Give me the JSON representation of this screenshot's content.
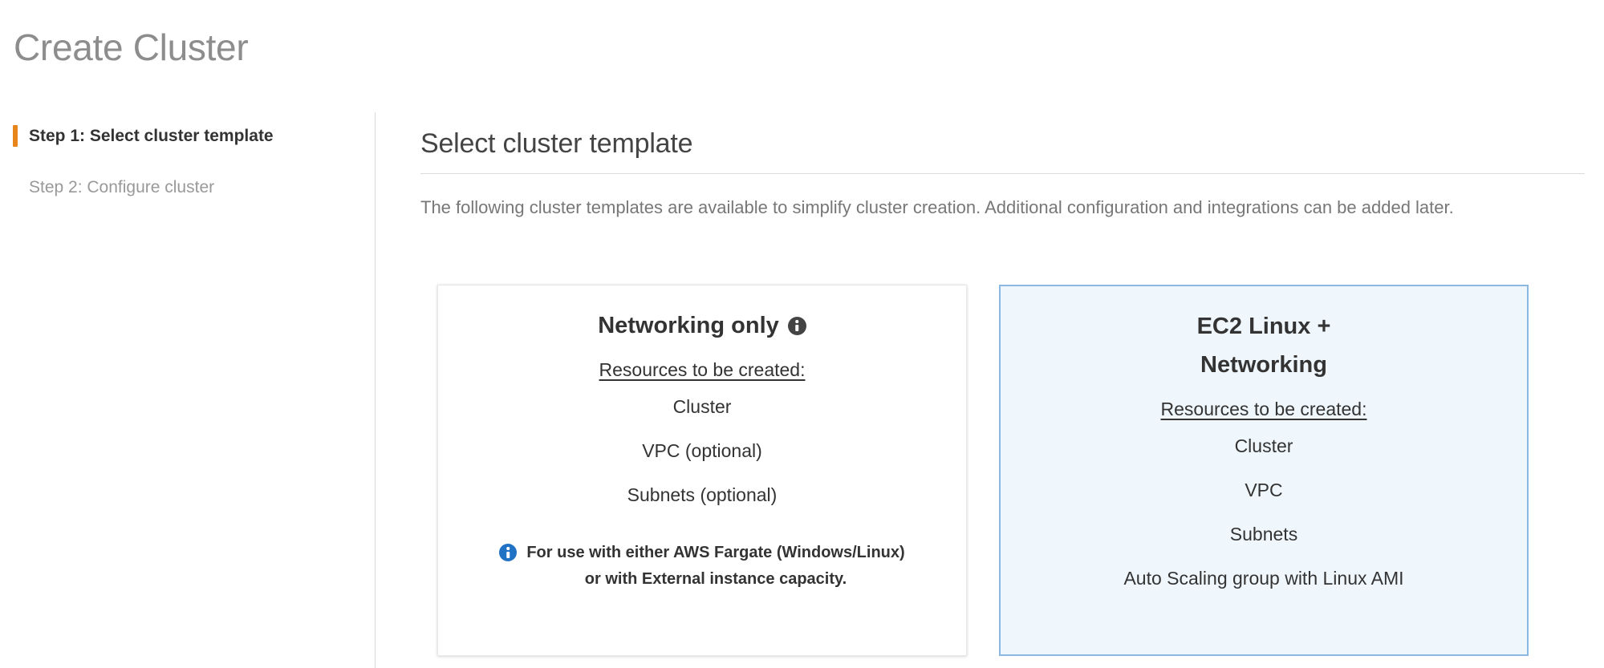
{
  "page": {
    "title": "Create Cluster"
  },
  "sidebar": {
    "steps": [
      {
        "label": "Step 1: Select cluster template",
        "active": true
      },
      {
        "label": "Step 2: Configure cluster",
        "active": false
      }
    ]
  },
  "main": {
    "heading": "Select cluster template",
    "description": "The following cluster templates are available to simplify cluster creation. Additional configuration and integrations can be added later."
  },
  "cards": [
    {
      "id": "networking-only",
      "title": "Networking only",
      "has_info_icon": true,
      "info_icon_name": "info-icon",
      "resources_label": "Resources to be created:",
      "resources": [
        "Cluster",
        "VPC (optional)",
        "Subnets (optional)"
      ],
      "note": "For use with either AWS Fargate (Windows/Linux)\nor with External instance capacity.",
      "note_icon_name": "info-icon-blue",
      "selected": false
    },
    {
      "id": "ec2-linux-networking",
      "title": "EC2 Linux +\nNetworking",
      "has_info_icon": false,
      "resources_label": "Resources to be created:",
      "resources": [
        "Cluster",
        "VPC",
        "Subnets",
        "Auto Scaling group with Linux AMI"
      ],
      "note": "",
      "selected": true
    }
  ],
  "colors": {
    "step_accent": "#e8861c",
    "selected_card_border": "#8ab8e0",
    "selected_card_background": "#eff7fd",
    "info_blue": "#1f72c4",
    "title_gray": "#8d8d8d"
  }
}
